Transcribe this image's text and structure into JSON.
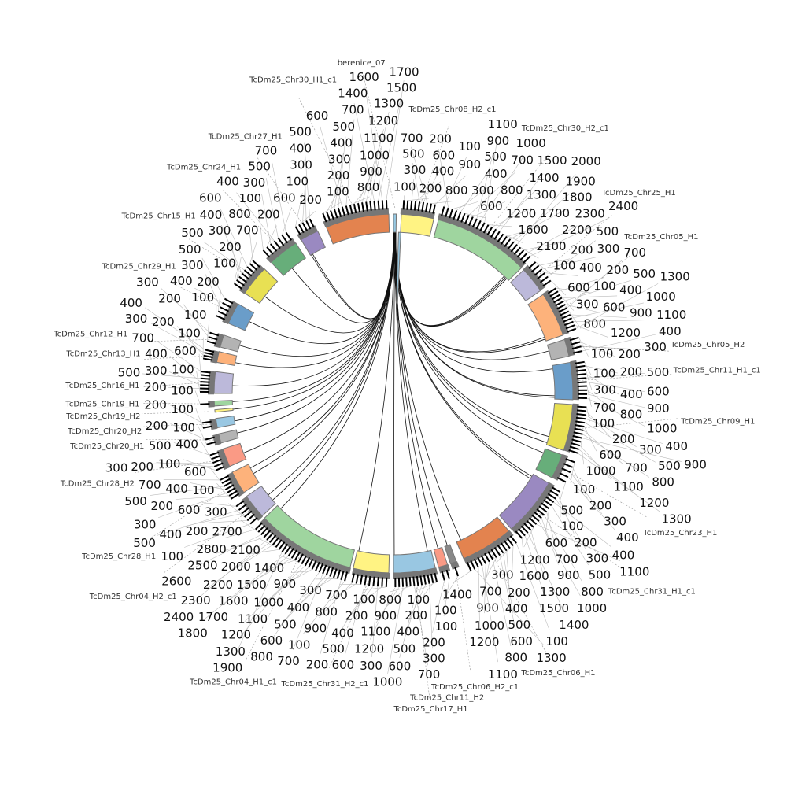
{
  "title": "Circos synteny plot",
  "segments": [
    {
      "name": "berenice_07",
      "color": "#96c8e3",
      "start": 0.0,
      "end": 0.9,
      "ticks": []
    },
    {
      "name": "TcDm25_Chr08_H2_c1",
      "color": "#fff383",
      "start": 2.5,
      "end": 13,
      "ticks": [
        100,
        200,
        300,
        400,
        500,
        600,
        700,
        800,
        900
      ]
    },
    {
      "name": "TcDm25_Chr30_H2_c1",
      "color": "#9fd59f",
      "start": 14.5,
      "end": 45.5,
      "ticks": [
        100,
        200,
        300,
        400,
        500,
        600,
        700,
        800,
        900,
        1000,
        1100,
        1200,
        1300,
        1400,
        1500,
        1600,
        1700,
        1800,
        1900,
        2000,
        2100,
        2200,
        2300,
        2400
      ]
    },
    {
      "name": "TcDm25_Chr25_H1",
      "color": "#bcb9da",
      "start": 46.5,
      "end": 55,
      "ticks": [
        100,
        200,
        300,
        400,
        500,
        600
      ]
    },
    {
      "name": "TcDm25_Chr05_H1",
      "color": "#fdb27b",
      "start": 56.5,
      "end": 71,
      "ticks": [
        100,
        200,
        300,
        400,
        500,
        600,
        700,
        800,
        900,
        1000,
        1100,
        1200,
        1300
      ]
    },
    {
      "name": "TcDm25_Chr05_H2",
      "color": "#b3b3b3",
      "start": 72.5,
      "end": 78,
      "ticks": [
        100,
        200,
        300,
        400
      ]
    },
    {
      "name": "TcDm25_Chr11_H1_c1",
      "color": "#6a9dc9",
      "start": 80,
      "end": 92,
      "ticks": [
        100,
        200,
        300,
        400,
        500,
        600,
        700,
        800,
        900,
        1000
      ]
    },
    {
      "name": "TcDm25_Chr09_H1",
      "color": "#e8e053",
      "start": 93.5,
      "end": 108.5,
      "ticks": [
        100,
        200,
        300,
        400,
        500,
        600,
        700,
        800,
        900,
        1000,
        1100,
        1200,
        1300
      ]
    },
    {
      "name": "TcDm25_Chr23_H1",
      "color": "#67ae7a",
      "start": 110,
      "end": 118,
      "ticks": [
        100,
        200,
        300,
        400,
        500
      ]
    },
    {
      "name": "TcDm25_Chr31_H1_c1",
      "color": "#9a89c1",
      "start": 120,
      "end": 139,
      "ticks": [
        100,
        200,
        300,
        400,
        500,
        600,
        700,
        800,
        900,
        1000,
        1100,
        1200,
        1300,
        1400,
        1500,
        1600
      ]
    },
    {
      "name": "TcDm25_Chr06_H1",
      "color": "#e3834f",
      "start": 140,
      "end": 157,
      "ticks": [
        100,
        200,
        300,
        400,
        500,
        600,
        700,
        800,
        900,
        1000,
        1100,
        1200,
        1300,
        1400
      ]
    },
    {
      "name": "TcDm25_Chr06_H2_c1",
      "color": "#888888",
      "start": 159.5,
      "end": 161.5,
      "ticks": [
        100
      ]
    },
    {
      "name": "TcDm25_Chr11_H2",
      "color": "#fa9a85",
      "start": 162.5,
      "end": 165.5,
      "ticks": [
        100,
        200
      ]
    },
    {
      "name": "TcDm25_Chr17_H1",
      "color": "#99c7e2",
      "start": 166.5,
      "end": 180,
      "ticks": [
        100,
        200,
        300,
        400,
        500,
        600,
        700,
        800,
        900,
        1000,
        1100,
        1200
      ]
    },
    {
      "name": "TcDm25_Chr31_H2_c1",
      "color": "#fff383",
      "start": 181.5,
      "end": 193,
      "ticks": [
        100,
        200,
        300,
        400,
        500,
        600,
        700,
        800,
        900
      ]
    },
    {
      "name": "TcDm25_Chr04_H1_c1",
      "color": "#9fd59f",
      "start": 194,
      "end": 226,
      "ticks": [
        100,
        200,
        300,
        400,
        500,
        600,
        700,
        800,
        900,
        1000,
        1100,
        1200,
        1300,
        1400,
        1500,
        1600,
        1700,
        1800,
        1900,
        2000,
        2100,
        2200,
        2300,
        2400,
        2500,
        2600,
        2700,
        2800
      ]
    },
    {
      "name": "TcDm25_Chr04_H2_c1",
      "color": "#bcb9da",
      "start": 227,
      "end": 235,
      "ticks": [
        100,
        200,
        300,
        400,
        500,
        600
      ]
    },
    {
      "name": "TcDm25_Chr28_H1",
      "color": "#fdb27b",
      "start": 236.5,
      "end": 244,
      "ticks": [
        100,
        200,
        300,
        400,
        500,
        600,
        700
      ]
    },
    {
      "name": "TcDm25_Chr28_H2",
      "color": "#fa9a85",
      "start": 246,
      "end": 252,
      "ticks": [
        100,
        200,
        300,
        400,
        500
      ]
    },
    {
      "name": "TcDm25_Chr20_H1",
      "color": "#b3b3b3",
      "start": 254,
      "end": 257,
      "ticks": [
        100,
        200
      ]
    },
    {
      "name": "TcDm25_Chr20_H2",
      "color": "#99c7e2",
      "start": 259,
      "end": 262,
      "ticks": [
        100,
        200
      ]
    },
    {
      "name": "TcDm25_Chr19_H2",
      "color": "#fff383",
      "start": 264,
      "end": 264.8,
      "ticks": []
    },
    {
      "name": "TcDm25_Chr19_H1",
      "color": "#9fd59f",
      "start": 266,
      "end": 267.6,
      "ticks": [
        100
      ]
    },
    {
      "name": "TcDm25_Chr16_H1",
      "color": "#bcb9da",
      "start": 270,
      "end": 277,
      "ticks": [
        100,
        200,
        300,
        400,
        500,
        600,
        700
      ]
    },
    {
      "name": "TcDm25_Chr13_H1",
      "color": "#fdb27b",
      "start": 280,
      "end": 283.5,
      "ticks": [
        100,
        200,
        300,
        400
      ]
    },
    {
      "name": "TcDm25_Chr12_H1",
      "color": "#b3b3b3",
      "start": 285,
      "end": 289,
      "ticks": [
        100,
        200,
        300
      ]
    },
    {
      "name": "TcDm25_Chr29_H1",
      "color": "#6a9dc9",
      "start": 293,
      "end": 300,
      "ticks": [
        100,
        200,
        300,
        400,
        500
      ]
    },
    {
      "name": "TcDm25_Chr15_H1",
      "color": "#e8e053",
      "start": 304,
      "end": 314,
      "ticks": [
        100,
        200,
        300,
        400,
        500,
        600,
        700,
        800
      ]
    },
    {
      "name": "TcDm25_Chr24_H1",
      "color": "#67ae7a",
      "start": 317,
      "end": 327,
      "ticks": [
        100,
        200,
        300,
        400,
        500,
        600,
        700
      ]
    },
    {
      "name": "TcDm25_Chr27_H1",
      "color": "#9a89c1",
      "start": 329,
      "end": 335,
      "ticks": [
        100,
        200,
        300,
        400,
        500
      ]
    },
    {
      "name": "TcDm25_Chr30_H1_c1",
      "color": "#e3834f",
      "start": 338,
      "end": 358.5,
      "ticks": [
        100,
        200,
        300,
        400,
        500,
        600,
        700,
        800,
        900,
        1000,
        1100,
        1200,
        1300,
        1400,
        1500,
        1600,
        1700
      ]
    }
  ],
  "links": [
    {
      "to": 29,
      "at": 0.15
    },
    {
      "to": 29,
      "at": 0.05
    },
    {
      "to": 28,
      "at": 0.4
    },
    {
      "to": 27,
      "at": 0.3
    },
    {
      "to": 26,
      "at": 0.5
    },
    {
      "to": 25,
      "at": 0.6
    },
    {
      "to": 24,
      "at": 0.3
    },
    {
      "to": 23,
      "at": 0.4
    },
    {
      "to": 22,
      "at": 0.7
    },
    {
      "to": 21,
      "at": 0.5
    },
    {
      "to": 19,
      "at": 0.6
    },
    {
      "to": 18,
      "at": 0.4
    },
    {
      "to": 17,
      "at": 0.5
    },
    {
      "to": 17,
      "at": 0.8
    },
    {
      "to": 16,
      "at": 0.2
    },
    {
      "to": 15,
      "at": 0.95
    },
    {
      "to": 14,
      "at": 0.95
    },
    {
      "to": 13,
      "at": 0.98
    },
    {
      "to": 13,
      "at": 0.1
    },
    {
      "to": 12,
      "at": 0.5
    },
    {
      "to": 11,
      "at": 0.5
    },
    {
      "to": 10,
      "at": 0.9
    },
    {
      "to": 9,
      "at": 0.1
    },
    {
      "to": 9,
      "at": 0.05
    },
    {
      "to": 8,
      "at": 0.2
    },
    {
      "to": 7,
      "at": 0.8
    },
    {
      "to": 6,
      "at": 0.95
    },
    {
      "to": 6,
      "at": 0.9
    },
    {
      "to": 6,
      "at": 0.1
    },
    {
      "to": 5,
      "at": 0.4
    },
    {
      "to": 4,
      "at": 0.95
    },
    {
      "to": 4,
      "at": 0.9
    },
    {
      "to": 2,
      "at": 0.97
    },
    {
      "to": 2,
      "at": 0.95
    },
    {
      "to": 2,
      "at": 0.93
    },
    {
      "to": 16,
      "at": 0.5
    },
    {
      "to": 20,
      "at": 0.4
    },
    {
      "to": 7,
      "at": 0.95
    }
  ]
}
